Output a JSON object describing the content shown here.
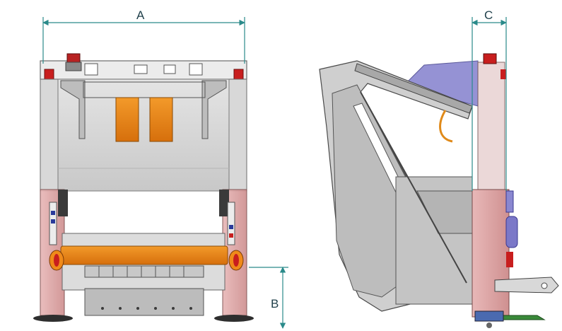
{
  "dimensions": {
    "a": "A",
    "b": "B",
    "c": "C"
  },
  "colors": {
    "dimension_line": "#2a8a8a",
    "frame_grey": "#9a9a9a",
    "frame_dark": "#555555",
    "pink_panel": "#d9a3a3",
    "orange_part": "#f08a1a",
    "blue_part": "#7b78c8",
    "red_light": "#c81e1e",
    "green_part": "#3a8a3a"
  }
}
